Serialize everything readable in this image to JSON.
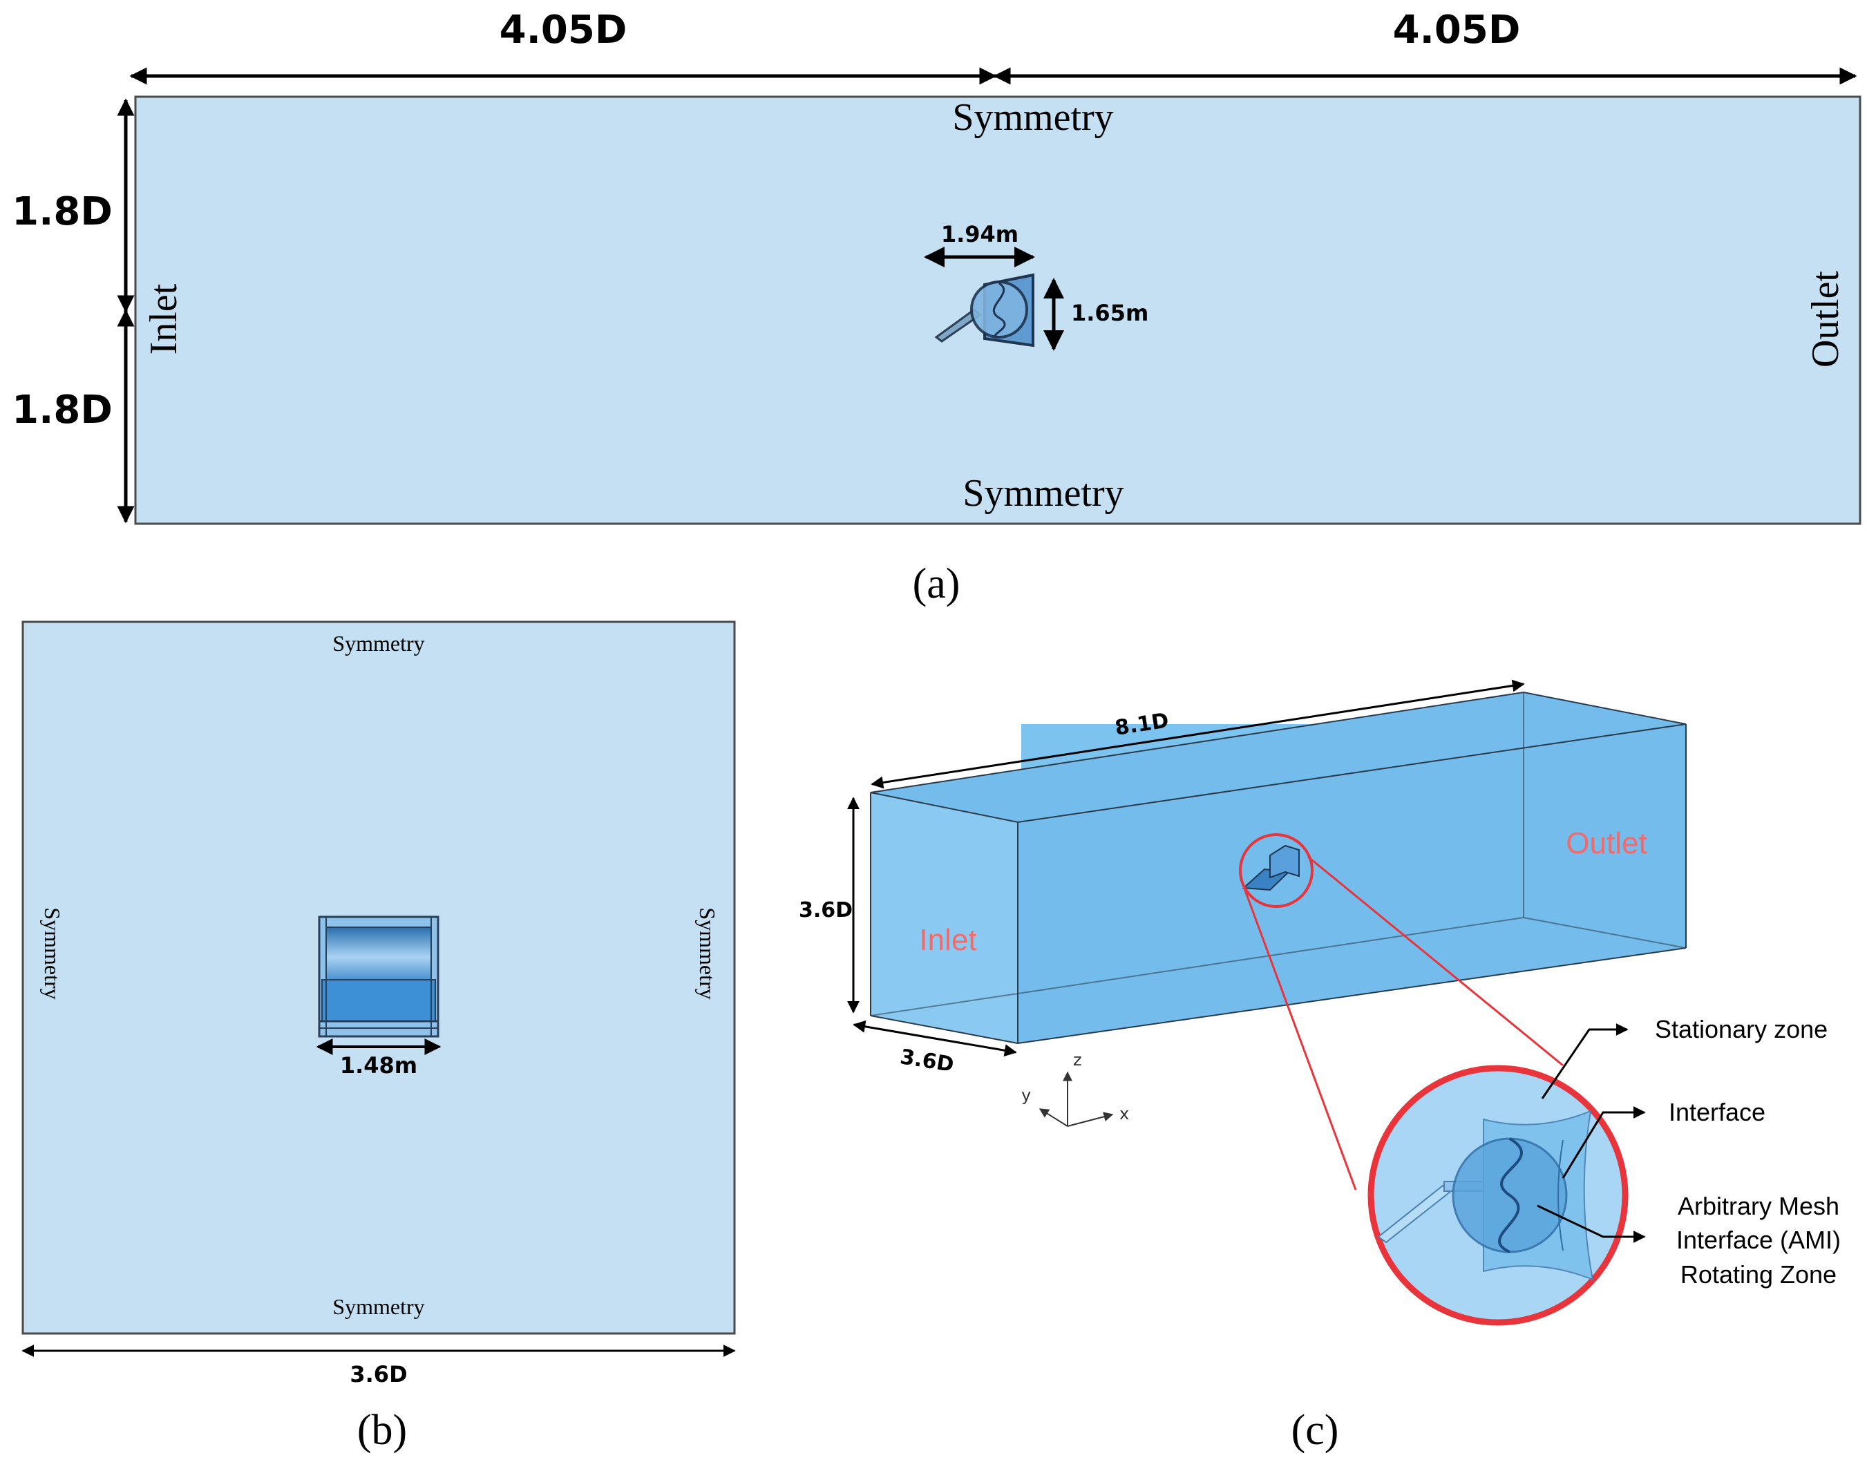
{
  "colors": {
    "domain_fill": "#c5e0f2",
    "domain_3d_fill": "#6cb9eb",
    "turbine_fill": "#4d97d6",
    "dimension_line": "#000000",
    "highlight_red": "#e8343a",
    "boundary_red_text": "#f26a6a"
  },
  "panel_a": {
    "dim_left_length": "4.05D",
    "dim_right_length": "4.05D",
    "dim_upper_height": "1.8D",
    "dim_lower_height": "1.8D",
    "top_boundary": "Symmetry",
    "bottom_boundary": "Symmetry",
    "left_boundary": "Inlet",
    "right_boundary": "Outlet",
    "turbine_width": "1.94m",
    "turbine_height": "1.65m",
    "caption": "(a)"
  },
  "panel_b": {
    "top_boundary": "Symmetry",
    "bottom_boundary": "Symmetry",
    "left_boundary": "Symmetry",
    "right_boundary": "Symmetry",
    "turbine_width": "1.48m",
    "domain_width": "3.6D",
    "caption": "(b)"
  },
  "panel_c": {
    "length": "8.1D",
    "height": "3.6D",
    "depth": "3.6D",
    "inlet_label": "Inlet",
    "outlet_label": "Outlet",
    "axes": {
      "z": "z",
      "y": "y",
      "x": "x"
    },
    "callouts": {
      "stationary": "Stationary zone",
      "interface": "Interface",
      "ami_line1": "Arbitrary Mesh",
      "ami_line2": "Interface (AMI)",
      "ami_line3": "Rotating Zone"
    },
    "caption": "(c)"
  }
}
